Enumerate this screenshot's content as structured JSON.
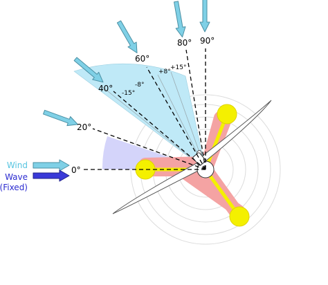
{
  "angle_labels": {
    "a0": "0°",
    "a20": "20°",
    "a40": "40°",
    "a60": "60°",
    "a80": "80°",
    "a90": "90°"
  },
  "offset_labels": {
    "m15": "-15°",
    "m8": "-8°",
    "p8": "+8°",
    "p15": "+15°"
  },
  "legend": {
    "wind": "Wind",
    "wave_line1": "Wave",
    "wave_line2": "(Fixed)"
  },
  "colors": {
    "wind_arrow": "#7fd0e6",
    "wave_arrow": "#3a3ad8",
    "wind_label": "#56c4e0",
    "wave_label": "#2b2bd0",
    "sector_fill": "#bfe9f7",
    "wave_sector": "#d4d4fa",
    "pontoon": "#f4f000",
    "mooring": "#f4a3a3",
    "blade": "#ffffff"
  }
}
